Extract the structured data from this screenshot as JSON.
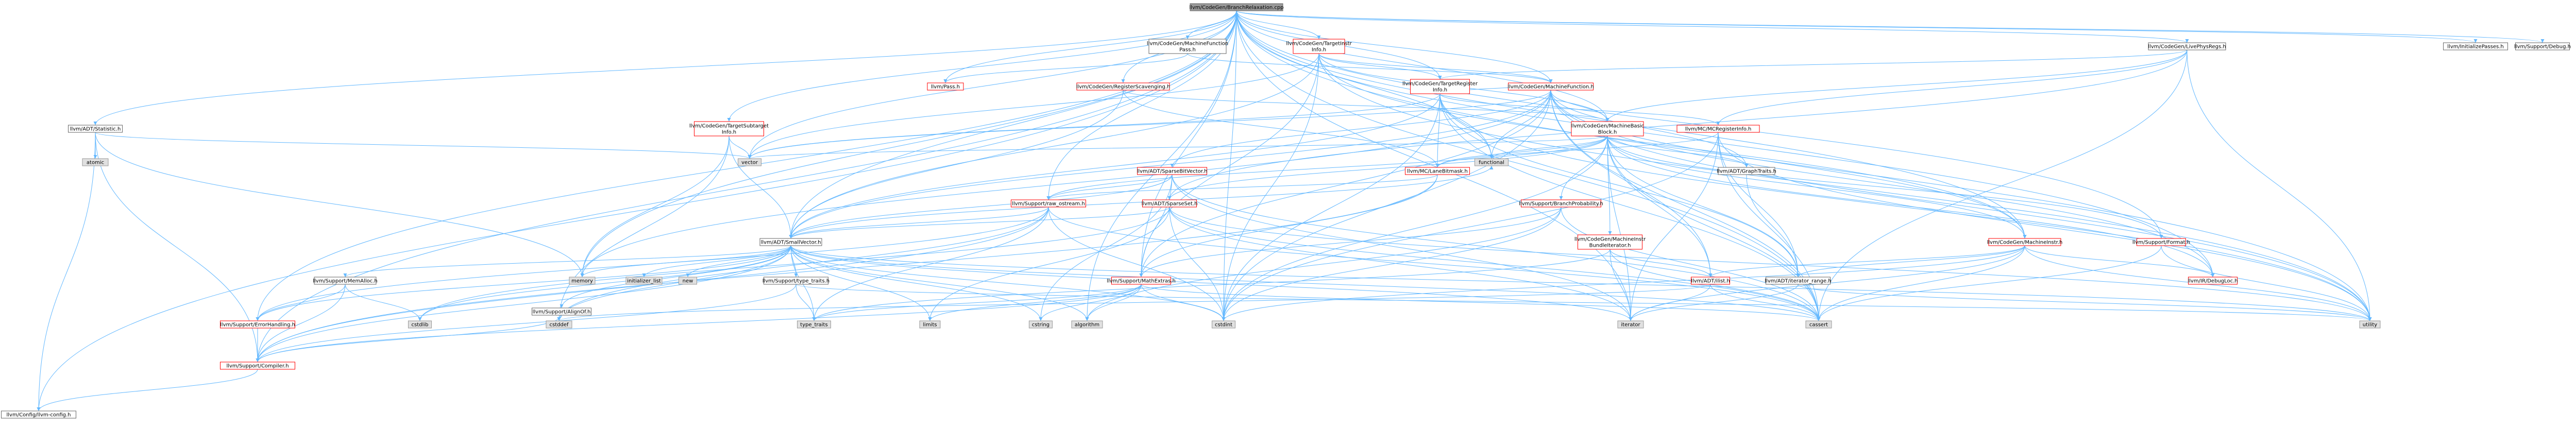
{
  "colors": {
    "root_fill": "#999999",
    "doc_fill": "#ffffff",
    "doc_border_red": "#ff0000",
    "doc_border_gray": "#666666",
    "missing_fill": "#e0e0e0",
    "missing_border": "#999999",
    "edge": "#63b8ff"
  },
  "nodes": [
    {
      "id": "root",
      "label": "llvm/CodeGen/BranchRelaxation.cpp",
      "kind": "root"
    },
    {
      "id": "mfpass",
      "label": "llvm/CodeGen/MachineFunction Pass.h",
      "kind": "gray"
    },
    {
      "id": "tii",
      "label": "llvm/CodeGen/TargetInstr Info.h",
      "kind": "red"
    },
    {
      "id": "lpr",
      "label": "llvm/CodeGen/LivePhysRegs.h",
      "kind": "gray"
    },
    {
      "id": "initpasses",
      "label": "llvm/InitializePasses.h",
      "kind": "gray"
    },
    {
      "id": "debug",
      "label": "llvm/Support/Debug.h",
      "kind": "gray"
    },
    {
      "id": "pass",
      "label": "llvm/Pass.h",
      "kind": "red"
    },
    {
      "id": "regscav",
      "label": "llvm/CodeGen/RegisterScavenging.h",
      "kind": "red"
    },
    {
      "id": "tri",
      "label": "llvm/CodeGen/TargetRegister Info.h",
      "kind": "red"
    },
    {
      "id": "mf",
      "label": "llvm/CodeGen/MachineFunction.h",
      "kind": "red"
    },
    {
      "id": "statistic",
      "label": "llvm/ADT/Statistic.h",
      "kind": "gray"
    },
    {
      "id": "tsi",
      "label": "llvm/CodeGen/TargetSubtarget Info.h",
      "kind": "red"
    },
    {
      "id": "mcreginfo",
      "label": "llvm/MC/MCRegisterInfo.h",
      "kind": "red"
    },
    {
      "id": "atomic",
      "label": "atomic",
      "kind": "missing"
    },
    {
      "id": "vector",
      "label": "vector",
      "kind": "missing"
    },
    {
      "id": "functional",
      "label": "functional",
      "kind": "missing"
    },
    {
      "id": "mbb",
      "label": "llvm/CodeGen/MachineBasic Block.h",
      "kind": "red"
    },
    {
      "id": "sbv",
      "label": "llvm/ADT/SparseBitVector.h",
      "kind": "red"
    },
    {
      "id": "lanebitmask",
      "label": "llvm/MC/LaneBitmask.h",
      "kind": "red"
    },
    {
      "id": "graphtraits",
      "label": "llvm/ADT/GraphTraits.h",
      "kind": "gray"
    },
    {
      "id": "rawostream",
      "label": "llvm/Support/raw_ostream.h",
      "kind": "red"
    },
    {
      "id": "sparseset",
      "label": "llvm/ADT/SparseSet.h",
      "kind": "red"
    },
    {
      "id": "branchprob",
      "label": "llvm/Support/BranchProbability.h",
      "kind": "red"
    },
    {
      "id": "format",
      "label": "llvm/Support/Format.h",
      "kind": "red"
    },
    {
      "id": "smallvector",
      "label": "llvm/ADT/SmallVector.h",
      "kind": "gray"
    },
    {
      "id": "bundleiter",
      "label": "llvm/CodeGen/MachineInstr BundleIterator.h",
      "kind": "red"
    },
    {
      "id": "minstr",
      "label": "llvm/CodeGen/MachineInstr.h",
      "kind": "red"
    },
    {
      "id": "mathextras",
      "label": "llvm/Support/MathExtras.h",
      "kind": "red"
    },
    {
      "id": "ilist",
      "label": "llvm/ADT/ilist.h",
      "kind": "red"
    },
    {
      "id": "iterrange",
      "label": "llvm/ADT/iterator_range.h",
      "kind": "gray"
    },
    {
      "id": "debugloc",
      "label": "llvm/IR/DebugLoc.h",
      "kind": "red"
    },
    {
      "id": "memory",
      "label": "memory",
      "kind": "missing"
    },
    {
      "id": "memalloc",
      "label": "llvm/Support/MemAlloc.h",
      "kind": "gray"
    },
    {
      "id": "alignof",
      "label": "llvm/Support/AlignOf.h",
      "kind": "gray"
    },
    {
      "id": "initlist",
      "label": "initializer_list",
      "kind": "missing"
    },
    {
      "id": "new",
      "label": "new",
      "kind": "missing"
    },
    {
      "id": "typetraitsh",
      "label": "llvm/Support/type_traits.h",
      "kind": "gray"
    },
    {
      "id": "errhandling",
      "label": "llvm/Support/ErrorHandling.h",
      "kind": "red"
    },
    {
      "id": "cstdlib",
      "label": "cstdlib",
      "kind": "missing"
    },
    {
      "id": "cstddef",
      "label": "cstddef",
      "kind": "missing"
    },
    {
      "id": "typetraits",
      "label": "type_traits",
      "kind": "missing"
    },
    {
      "id": "limits",
      "label": "limits",
      "kind": "missing"
    },
    {
      "id": "cstring",
      "label": "cstring",
      "kind": "missing"
    },
    {
      "id": "algorithm",
      "label": "algorithm",
      "kind": "missing"
    },
    {
      "id": "cstdint",
      "label": "cstdint",
      "kind": "missing"
    },
    {
      "id": "iterator",
      "label": "iterator",
      "kind": "missing"
    },
    {
      "id": "cassert",
      "label": "cassert",
      "kind": "missing"
    },
    {
      "id": "utility",
      "label": "utility",
      "kind": "missing"
    },
    {
      "id": "compiler",
      "label": "llvm/Support/Compiler.h",
      "kind": "red"
    },
    {
      "id": "config",
      "label": "llvm/Config/llvm-config.h",
      "kind": "gray"
    }
  ],
  "edges": [
    [
      "root",
      "mfpass"
    ],
    [
      "root",
      "tii"
    ],
    [
      "root",
      "lpr"
    ],
    [
      "root",
      "initpasses"
    ],
    [
      "root",
      "debug"
    ],
    [
      "root",
      "pass"
    ],
    [
      "root",
      "regscav"
    ],
    [
      "root",
      "tri"
    ],
    [
      "root",
      "mf"
    ],
    [
      "root",
      "statistic"
    ],
    [
      "root",
      "tsi"
    ],
    [
      "root",
      "mbb"
    ],
    [
      "root",
      "smallvector"
    ],
    [
      "root",
      "format"
    ],
    [
      "root",
      "memory"
    ],
    [
      "root",
      "config"
    ],
    [
      "root",
      "compiler"
    ],
    [
      "root",
      "errhandling"
    ],
    [
      "root",
      "mathextras"
    ],
    [
      "root",
      "rawostream"
    ],
    [
      "root",
      "vector"
    ],
    [
      "root",
      "cstdint"
    ],
    [
      "root",
      "utility"
    ],
    [
      "root",
      "cassert"
    ],
    [
      "root",
      "iterator"
    ],
    [
      "root",
      "algorithm"
    ],
    [
      "root",
      "functional"
    ],
    [
      "root",
      "debugloc"
    ],
    [
      "root",
      "minstr"
    ],
    [
      "mfpass",
      "pass"
    ],
    [
      "mfpass",
      "mf"
    ],
    [
      "tii",
      "tri"
    ],
    [
      "tii",
      "mf"
    ],
    [
      "tii",
      "mbb"
    ],
    [
      "tii",
      "minstr"
    ],
    [
      "tii",
      "smallvector"
    ],
    [
      "tii",
      "cstdint"
    ],
    [
      "tii",
      "utility"
    ],
    [
      "tii",
      "vector"
    ],
    [
      "tii",
      "mathextras"
    ],
    [
      "lpr",
      "mcreginfo"
    ],
    [
      "lpr",
      "tri"
    ],
    [
      "lpr",
      "mbb"
    ],
    [
      "lpr",
      "sparseset"
    ],
    [
      "lpr",
      "cassert"
    ],
    [
      "lpr",
      "utility"
    ],
    [
      "regscav",
      "mbb"
    ],
    [
      "regscav",
      "smallvector"
    ],
    [
      "regscav",
      "lanebitmask"
    ],
    [
      "tri",
      "mcreginfo"
    ],
    [
      "tri",
      "lanebitmask"
    ],
    [
      "tri",
      "mf"
    ],
    [
      "tri",
      "smallvector"
    ],
    [
      "tri",
      "vector"
    ],
    [
      "tri",
      "functional"
    ],
    [
      "tri",
      "cstdint"
    ],
    [
      "tri",
      "cassert"
    ],
    [
      "tri",
      "utility"
    ],
    [
      "tri",
      "iterrange"
    ],
    [
      "mf",
      "mbb"
    ],
    [
      "mf",
      "graphtraits"
    ],
    [
      "mf",
      "ilist"
    ],
    [
      "mf",
      "sbv"
    ],
    [
      "mf",
      "vector"
    ],
    [
      "mf",
      "functional"
    ],
    [
      "mf",
      "memory"
    ],
    [
      "mf",
      "utility"
    ],
    [
      "mf",
      "cassert"
    ],
    [
      "mf",
      "cstdint"
    ],
    [
      "mf",
      "smallvector"
    ],
    [
      "mf",
      "minstr"
    ],
    [
      "mf",
      "mathextras"
    ],
    [
      "mf",
      "debugloc"
    ],
    [
      "statistic",
      "atomic"
    ],
    [
      "statistic",
      "memory"
    ],
    [
      "statistic",
      "vector"
    ],
    [
      "statistic",
      "compiler"
    ],
    [
      "statistic",
      "config"
    ],
    [
      "tsi",
      "smallvector"
    ],
    [
      "tsi",
      "vector"
    ],
    [
      "tsi",
      "memory"
    ],
    [
      "tsi",
      "cstddef"
    ],
    [
      "mcreginfo",
      "lanebitmask"
    ],
    [
      "mcreginfo",
      "iterrange"
    ],
    [
      "mcreginfo",
      "cassert"
    ],
    [
      "mcreginfo",
      "cstdint"
    ],
    [
      "mcreginfo",
      "utility"
    ],
    [
      "mcreginfo",
      "iterator"
    ],
    [
      "mbb",
      "sparseset"
    ],
    [
      "mbb",
      "graphtraits"
    ],
    [
      "mbb",
      "bundleiter"
    ],
    [
      "mbb",
      "minstr"
    ],
    [
      "mbb",
      "branchprob"
    ],
    [
      "mbb",
      "lanebitmask"
    ],
    [
      "mbb",
      "ilist"
    ],
    [
      "mbb",
      "iterrange"
    ],
    [
      "mbb",
      "cassert"
    ],
    [
      "mbb",
      "cstdint"
    ],
    [
      "mbb",
      "functional"
    ],
    [
      "mbb",
      "iterator"
    ],
    [
      "mbb",
      "vector"
    ],
    [
      "mbb",
      "format"
    ],
    [
      "mbb",
      "debugloc"
    ],
    [
      "mbb",
      "rawostream"
    ],
    [
      "sbv",
      "rawostream"
    ],
    [
      "sbv",
      "smallvector"
    ],
    [
      "sbv",
      "mathextras"
    ],
    [
      "sbv",
      "cassert"
    ],
    [
      "sbv",
      "climits"
    ],
    [
      "sbv",
      "cstring"
    ],
    [
      "sbv",
      "iterator"
    ],
    [
      "lanebitmask",
      "compiler"
    ],
    [
      "lanebitmask",
      "mathextras"
    ],
    [
      "lanebitmask",
      "rawostream"
    ],
    [
      "graphtraits",
      "iterrange"
    ],
    [
      "rawostream",
      "smallvector"
    ],
    [
      "rawostream",
      "compiler"
    ],
    [
      "rawostream",
      "cassert"
    ],
    [
      "rawostream",
      "cstdint"
    ],
    [
      "rawostream",
      "typetraits"
    ],
    [
      "rawostream",
      "cstddef"
    ],
    [
      "rawostream",
      "errhandling"
    ],
    [
      "sparseset",
      "smallvector"
    ],
    [
      "sparseset",
      "allocator"
    ],
    [
      "sparseset",
      "cassert"
    ],
    [
      "sparseset",
      "cstdint"
    ],
    [
      "sparseset",
      "cstdlib"
    ],
    [
      "sparseset",
      "limits"
    ],
    [
      "sparseset",
      "utility"
    ],
    [
      "sparseset",
      "iterator"
    ],
    [
      "branchprob",
      "cassert"
    ],
    [
      "branchprob",
      "cstdint"
    ],
    [
      "branchprob",
      "algorithm"
    ],
    [
      "branchprob",
      "mathextras"
    ],
    [
      "format",
      "cassert"
    ],
    [
      "format",
      "utility"
    ],
    [
      "format",
      "cstdio"
    ],
    [
      "smallvector",
      "compiler"
    ],
    [
      "smallvector",
      "typetraitsh"
    ],
    [
      "smallvector",
      "algorithm"
    ],
    [
      "smallvector",
      "cassert"
    ],
    [
      "smallvector",
      "cstddef"
    ],
    [
      "smallvector",
      "cstdlib"
    ],
    [
      "smallvector",
      "cstring"
    ],
    [
      "smallvector",
      "functional"
    ],
    [
      "smallvector",
      "initlist"
    ],
    [
      "smallvector",
      "iterator"
    ],
    [
      "smallvector",
      "limits"
    ],
    [
      "smallvector",
      "memory"
    ],
    [
      "smallvector",
      "new"
    ],
    [
      "smallvector",
      "typetraits"
    ],
    [
      "smallvector",
      "utility"
    ],
    [
      "smallvector",
      "memalloc"
    ],
    [
      "smallvector",
      "alignof"
    ],
    [
      "smallvector",
      "errhandling"
    ],
    [
      "smallvector",
      "cstdint"
    ],
    [
      "bundleiter",
      "ilist"
    ],
    [
      "bundleiter",
      "cassert"
    ],
    [
      "bundleiter",
      "iterator"
    ],
    [
      "bundleiter",
      "typetraits"
    ],
    [
      "minstr",
      "ilist"
    ],
    [
      "minstr",
      "iterrange"
    ],
    [
      "minstr",
      "debugloc"
    ],
    [
      "minstr",
      "cassert"
    ],
    [
      "minstr",
      "cstdint"
    ],
    [
      "minstr",
      "utility"
    ],
    [
      "minstr",
      "iterator"
    ],
    [
      "mathextras",
      "compiler"
    ],
    [
      "mathextras",
      "cassert"
    ],
    [
      "mathextras",
      "climits"
    ],
    [
      "mathextras",
      "cstdint"
    ],
    [
      "mathextras",
      "limits"
    ],
    [
      "mathextras",
      "typetraits"
    ],
    [
      "mathextras",
      "algorithm"
    ],
    [
      "mathextras",
      "cstring"
    ],
    [
      "ilist",
      "iterator"
    ],
    [
      "ilist",
      "cassert"
    ],
    [
      "ilist",
      "cstddef"
    ],
    [
      "iterrange",
      "iterator"
    ],
    [
      "iterrange",
      "utility"
    ],
    [
      "memalloc",
      "compiler"
    ],
    [
      "memalloc",
      "errhandling"
    ],
    [
      "memalloc",
      "cstdlib"
    ],
    [
      "alignof",
      "compiler"
    ],
    [
      "alignof",
      "cstddef"
    ],
    [
      "typetraitsh",
      "compiler"
    ],
    [
      "typetraitsh",
      "typetraits"
    ],
    [
      "typetraitsh",
      "utility"
    ],
    [
      "errhandling",
      "compiler"
    ],
    [
      "compiler",
      "config"
    ]
  ]
}
